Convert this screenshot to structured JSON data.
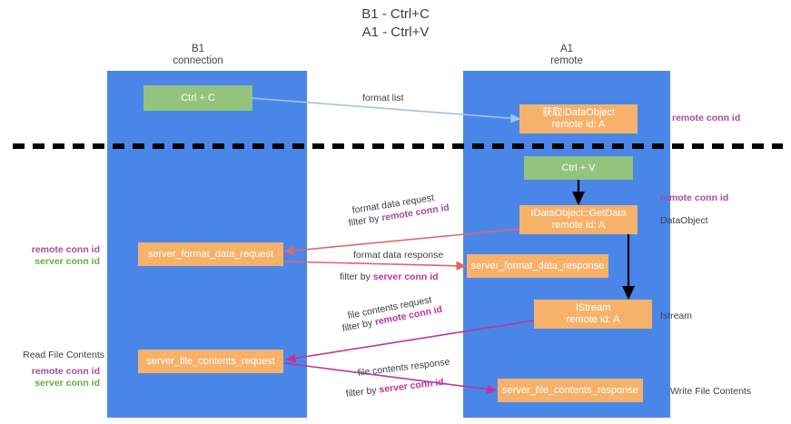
{
  "title": {
    "line1": "B1 - Ctrl+C",
    "line2": "A1 - Ctrl+V"
  },
  "lanes": [
    {
      "id": "b1",
      "name": "B1",
      "sub": "connection"
    },
    {
      "id": "a1",
      "name": "A1",
      "sub": "remote"
    }
  ],
  "nodes": {
    "ctrl_c": {
      "line1": "Ctrl + C",
      "line2": ""
    },
    "get_idataobject": {
      "line1": "获取IDataObject",
      "line2": "remote id: A"
    },
    "ctrl_v": {
      "line1": "Ctrl + V",
      "line2": ""
    },
    "getdata": {
      "line1": "IDataObject::GetData",
      "line2": "remote id: A"
    },
    "server_format_data_request": {
      "line1": "server_format_data_request",
      "line2": ""
    },
    "server_format_data_response": {
      "line1": "server_format_data_response",
      "line2": ""
    },
    "istream": {
      "line1": "IStream",
      "line2": "remote id: A"
    },
    "server_file_contents_request": {
      "line1": "server_file_contents_request",
      "line2": ""
    },
    "server_file_contents_response": {
      "line1": "server_file_contents_response",
      "line2": ""
    }
  },
  "edge_labels": {
    "format_list": "format list",
    "format_data_request": "format data request",
    "format_data_request_filter_prefix": "filter by ",
    "format_data_request_filter_key": "remote conn id",
    "format_data_response": "format data response",
    "format_data_response_filter_prefix": "filter by ",
    "format_data_response_filter_key": "server conn id",
    "file_contents_request": "file contents request",
    "file_contents_request_filter_prefix": "filter by ",
    "file_contents_request_filter_key": "remote conn id",
    "file_contents_response": "file contents response",
    "file_contents_response_filter_prefix": "filter by ",
    "file_contents_response_filter_key": "server conn id"
  },
  "annotations": {
    "right_top_remote_conn_id": "remote conn id",
    "right_mid_remote_conn_id": "remote conn id",
    "right_dataobject": "DataObject",
    "right_istream": "Istream",
    "right_write_file_contents": "Write File Contents",
    "left_remote_conn_id": "remote conn id",
    "left_server_conn_id": "server conn id",
    "left_read_file_contents": "Read File Contents",
    "left_bottom_remote_conn_id": "remote conn id",
    "left_bottom_server_conn_id": "server conn id"
  },
  "colors": {
    "lane": "#4a86e8",
    "green_node": "#93c47d",
    "orange_node": "#f6b26b",
    "arrow_blue": "#9fc5e8",
    "arrow_red": "#e06666",
    "arrow_magenta": "#c0339b",
    "arrow_black": "#000000",
    "purple_text": "#a64d9a",
    "green_text": "#6aa84f",
    "divider": "#000000"
  }
}
